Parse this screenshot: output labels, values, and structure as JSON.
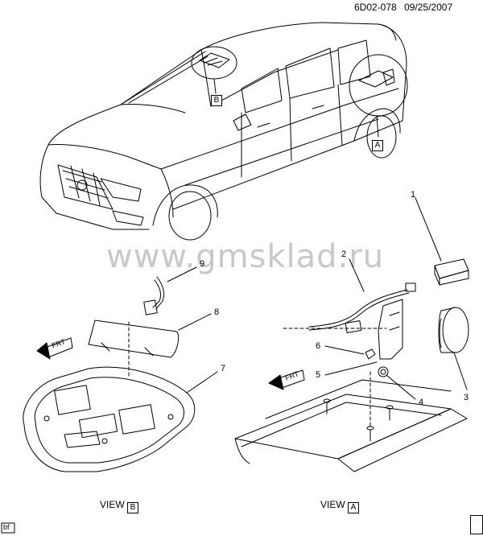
{
  "header": {
    "code": "6D02-078",
    "date": "09/25/2007"
  },
  "watermark": "www.gmsklad.ru",
  "callouts": {
    "c1": "1",
    "c2": "2",
    "c3": "3",
    "c4": "4",
    "c5": "5",
    "c6": "6",
    "c7": "7",
    "c8": "8",
    "c9": "9"
  },
  "view_labels": {
    "box_a": "A",
    "box_b": "B",
    "view_a": "VIEW",
    "view_b": "VIEW"
  },
  "front_arrow": {
    "label": "FRT"
  },
  "footer": {
    "corner_tag": "bf"
  }
}
